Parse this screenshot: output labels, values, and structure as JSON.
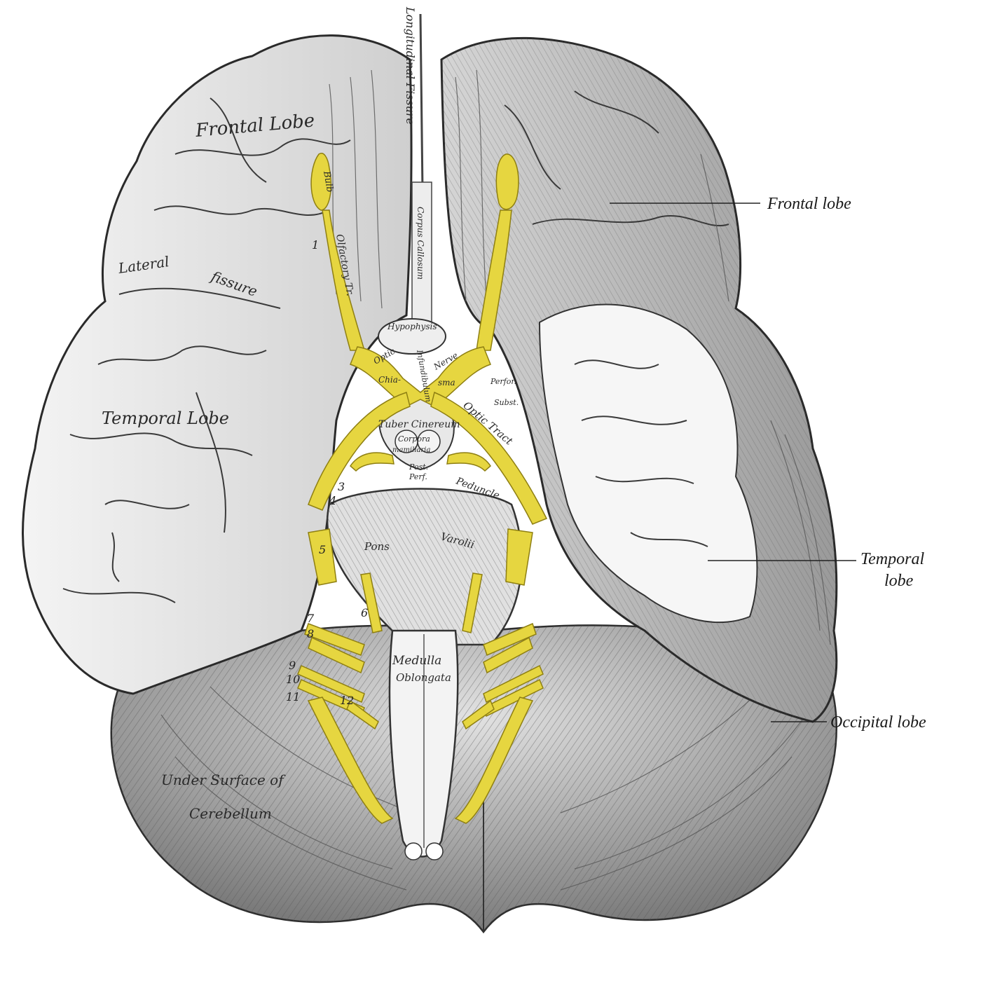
{
  "callouts": {
    "frontal_lobe": "Frontal lobe",
    "temporal_lobe_line1": "Temporal",
    "temporal_lobe_line2": "lobe",
    "occipital_lobe": "Occipital lobe"
  },
  "illustration_labels": {
    "frontal_lobe": "Frontal Lobe",
    "longitudinal_fissure": "Longitudinal Fissure",
    "lateral_fissure_1": "Lateral",
    "lateral_fissure_2": "fissure",
    "temporal_lobe": "Temporal Lobe",
    "bulb": "Bulb",
    "olfactory": "Olfactory Tr.",
    "corpus_callosum": "Corpus Callosum",
    "hypophysis": "Hypophysis",
    "optic_left": "Optic",
    "chiasma_left": "Chia-",
    "nerve_right": "Nerve",
    "chiasma_right": "sma",
    "infundibulum": "Infundibulum",
    "perforated": "Perfor.",
    "substance": "Subst.",
    "optic_tract": "Optic Tract",
    "tuber_cinereum": "Tuber Cinereum",
    "corpora": "Corpora",
    "mamillaria": "mamillaria",
    "post": "Post.",
    "perf": "Perf.",
    "peduncle": "Peduncle",
    "pons": "Pons",
    "varolii": "Varolii",
    "medulla": "Medulla",
    "oblongata": "Oblongata",
    "under_surface": "Under Surface of",
    "cerebellum": "Cerebellum"
  },
  "nerve_numbers": [
    "1",
    "3",
    "4",
    "5",
    "6",
    "7",
    "8",
    "9",
    "10",
    "11",
    "12"
  ],
  "colors": {
    "nerve_fill": "#e6d640",
    "ink": "#2a2a2a",
    "background": "#ffffff"
  }
}
